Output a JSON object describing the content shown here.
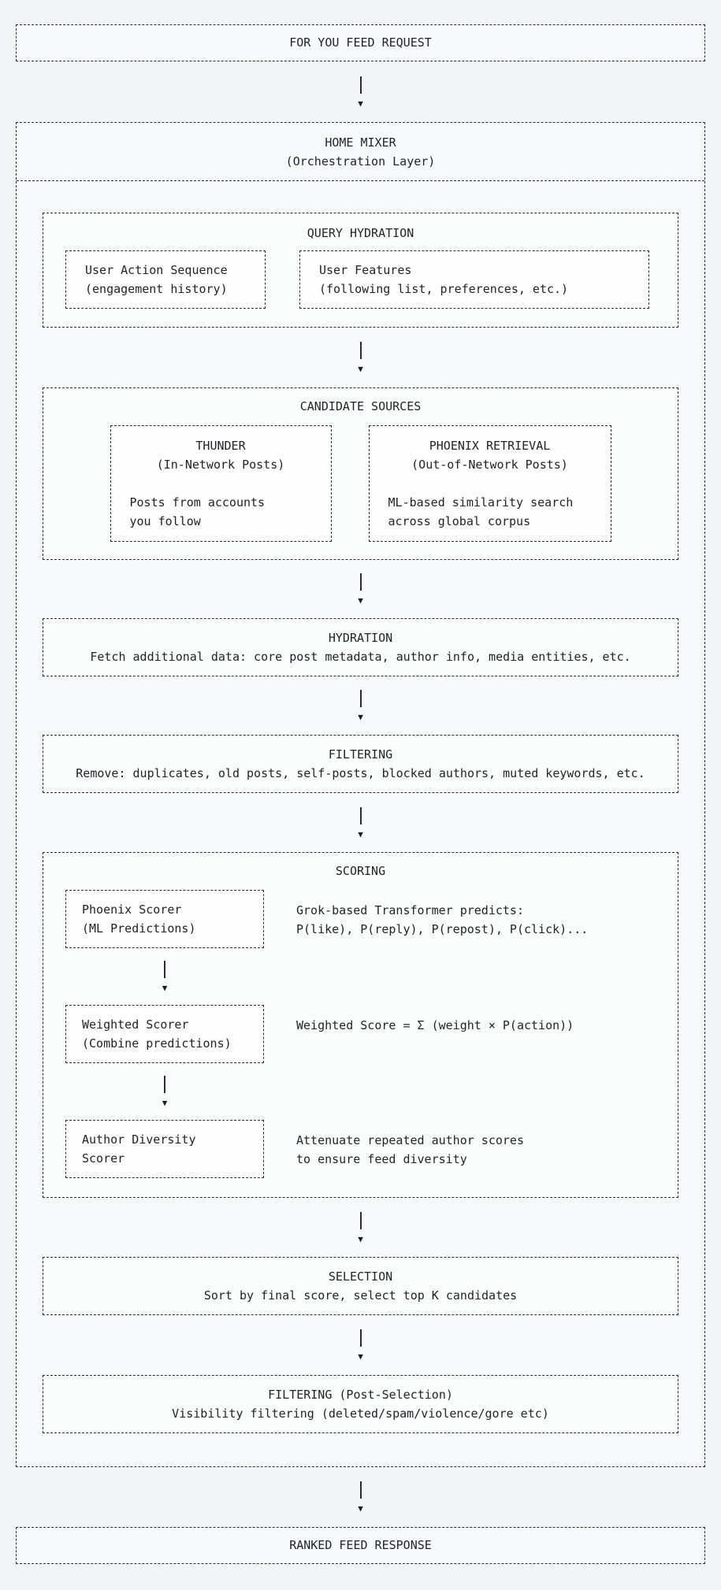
{
  "theme": {
    "background": "#f3f4f6",
    "box_background": "#fafbfc",
    "line_color": "#2b2b31",
    "text_color": "#232329"
  },
  "arrow_glyph": "▼",
  "flow": {
    "request": {
      "title": "FOR YOU FEED REQUEST"
    },
    "home_mixer": {
      "title": "HOME MIXER",
      "subtitle": "(Orchestration Layer)"
    },
    "query_hydration": {
      "title": "QUERY HYDRATION",
      "items": [
        {
          "line1": "User Action Sequence",
          "line2": "(engagement history)"
        },
        {
          "line1": "User Features",
          "line2": "(following list, preferences, etc.)"
        }
      ]
    },
    "candidate_sources": {
      "title": "CANDIDATE SOURCES",
      "items": [
        {
          "name": "THUNDER",
          "subtitle": "(In-Network Posts)",
          "desc1": "Posts from accounts",
          "desc2": "you follow"
        },
        {
          "name": "PHOENIX RETRIEVAL",
          "subtitle": "(Out-of-Network Posts)",
          "desc1": "ML-based similarity search",
          "desc2": "across global corpus"
        }
      ]
    },
    "hydration": {
      "title": "HYDRATION",
      "desc": "Fetch additional data: core post metadata, author info, media entities, etc."
    },
    "filtering": {
      "title": "FILTERING",
      "desc": "Remove: duplicates, old posts, self-posts, blocked authors, muted keywords, etc."
    },
    "scoring": {
      "title": "SCORING",
      "steps": [
        {
          "line1": "Phoenix Scorer",
          "line2": "(ML Predictions)",
          "desc1": "Grok-based Transformer predicts:",
          "desc2": "P(like), P(reply), P(repost), P(click)..."
        },
        {
          "line1": "Weighted Scorer",
          "line2": "(Combine predictions)",
          "desc1": "Weighted Score = Σ (weight × P(action))",
          "desc2": ""
        },
        {
          "line1": "Author Diversity",
          "line2": "Scorer",
          "desc1": "Attenuate repeated author scores",
          "desc2": "to ensure feed diversity"
        }
      ]
    },
    "selection": {
      "title": "SELECTION",
      "desc": "Sort by final score, select top K candidates"
    },
    "post_filtering": {
      "title": "FILTERING (Post-Selection)",
      "desc": "Visibility filtering (deleted/spam/violence/gore etc)"
    },
    "response": {
      "title": "RANKED FEED RESPONSE"
    }
  }
}
